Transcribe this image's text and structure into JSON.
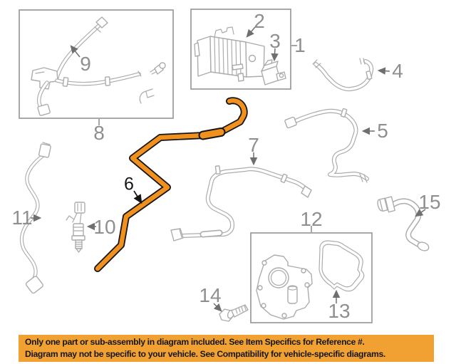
{
  "theme": {
    "background": "#FFFFFF",
    "line_gray": "#ACACAC",
    "label_gray": "#8F8F8F",
    "label_dark": "#151515",
    "highlight_orange": "#F0911F",
    "banner_orange": "#F1A131",
    "banner_text": "#161616",
    "box_border": "#9A9A9A",
    "arrow_gray": "#6F6F6F"
  },
  "diagram": {
    "description": "Exploded parts diagram of emission / vacuum hose system with numbered callouts",
    "highlighted_part": "6",
    "parts": [
      {
        "label": "1",
        "drawing": "boxed canister assembly",
        "highlighted": false
      },
      {
        "label": "2",
        "drawing": "vapor canister",
        "highlighted": false
      },
      {
        "label": "3",
        "drawing": "valve",
        "highlighted": false
      },
      {
        "label": "4",
        "drawing": "short hose",
        "highlighted": false
      },
      {
        "label": "5",
        "drawing": "hose",
        "highlighted": false
      },
      {
        "label": "6",
        "drawing": "highlighted hose",
        "highlighted": true
      },
      {
        "label": "7",
        "drawing": "hose",
        "highlighted": false
      },
      {
        "label": "8",
        "drawing": "boxed harness assembly",
        "highlighted": false
      },
      {
        "label": "9",
        "drawing": "tube harness",
        "highlighted": false
      },
      {
        "label": "10",
        "drawing": "sensor",
        "highlighted": false
      },
      {
        "label": "11",
        "drawing": "oxygen sensor cable",
        "highlighted": false
      },
      {
        "label": "12",
        "drawing": "boxed bracket assembly",
        "highlighted": false
      },
      {
        "label": "13",
        "drawing": "gasket",
        "highlighted": false
      },
      {
        "label": "14",
        "drawing": "bolt",
        "highlighted": false
      },
      {
        "label": "15",
        "drawing": "curved hose",
        "highlighted": false
      }
    ]
  },
  "banner": {
    "line1": "Only one part or sub-assembly in diagram included. See Item Specifics for Reference #.",
    "line2": "Diagram may not be specific to your vehicle. See Compatibility for vehicle-specific diagrams."
  }
}
